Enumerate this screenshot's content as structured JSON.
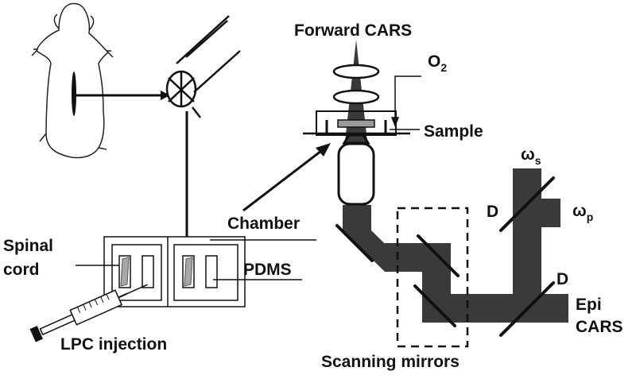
{
  "labels": {
    "forward_cars": "Forward CARS",
    "o2_base": "O",
    "o2_sub": "2",
    "sample": "Sample",
    "chamber": "Chamber",
    "spinal": "Spinal",
    "cord": "cord",
    "pdms": "PDMS",
    "lpc_injection": "LPC injection",
    "omega_s": "ω",
    "omega_s_sub": "s",
    "omega_p": "ω",
    "omega_p_sub": "p",
    "d_upper": "D",
    "d_lower": "D",
    "epi": "Epi",
    "cars": "CARS",
    "scanning_mirrors": "Scanning mirrors"
  },
  "colors": {
    "beam": "#3a3a3a",
    "line": "#111111",
    "sample_fill": "#9a9a9a",
    "tissue_fill": "#a8a8a8"
  }
}
